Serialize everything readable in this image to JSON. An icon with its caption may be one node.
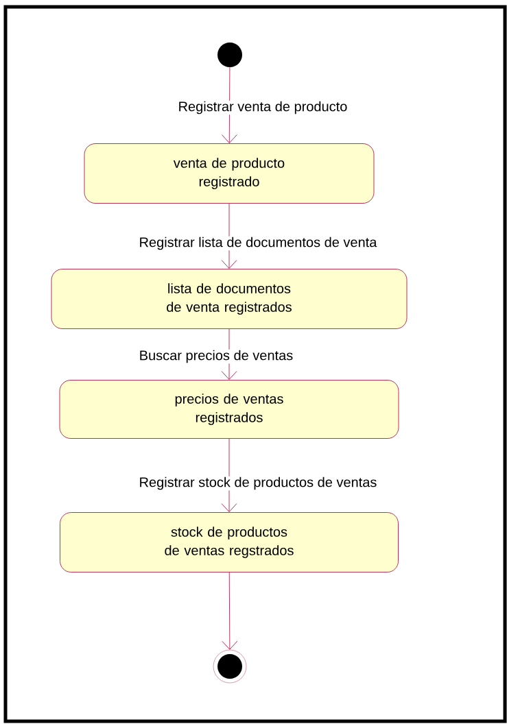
{
  "diagram": {
    "nodes": [
      {
        "text": [],
        "shape": "circle"
      },
      {
        "text": [
          "venta de producto registrado"
        ]
      },
      {
        "text": [
          "lista de documentos de venta registrados"
        ]
      },
      {
        "text": [
          "precios de ventas registrados"
        ]
      },
      {
        "text": [
          "stock de productos de ventas regstrados"
        ]
      },
      {
        "text": [],
        "shape": "circle"
      }
    ],
    "edges": [
      {
        "from": 0,
        "to": 1,
        "arrow": "to",
        "label": "Registrar venta de producto"
      },
      {
        "from": 1,
        "to": 2,
        "arrow": "to",
        "label": "Registrar lista de documentos de venta"
      },
      {
        "from": 2,
        "to": 3,
        "arrow": "to",
        "label": "Buscar precios de ventas"
      },
      {
        "from": 3,
        "to": 4,
        "arrow": "to",
        "label": "Registrar stock de productos de ventas"
      },
      {
        "from": 4,
        "to": 5,
        "arrow": "to"
      }
    ]
  }
}
